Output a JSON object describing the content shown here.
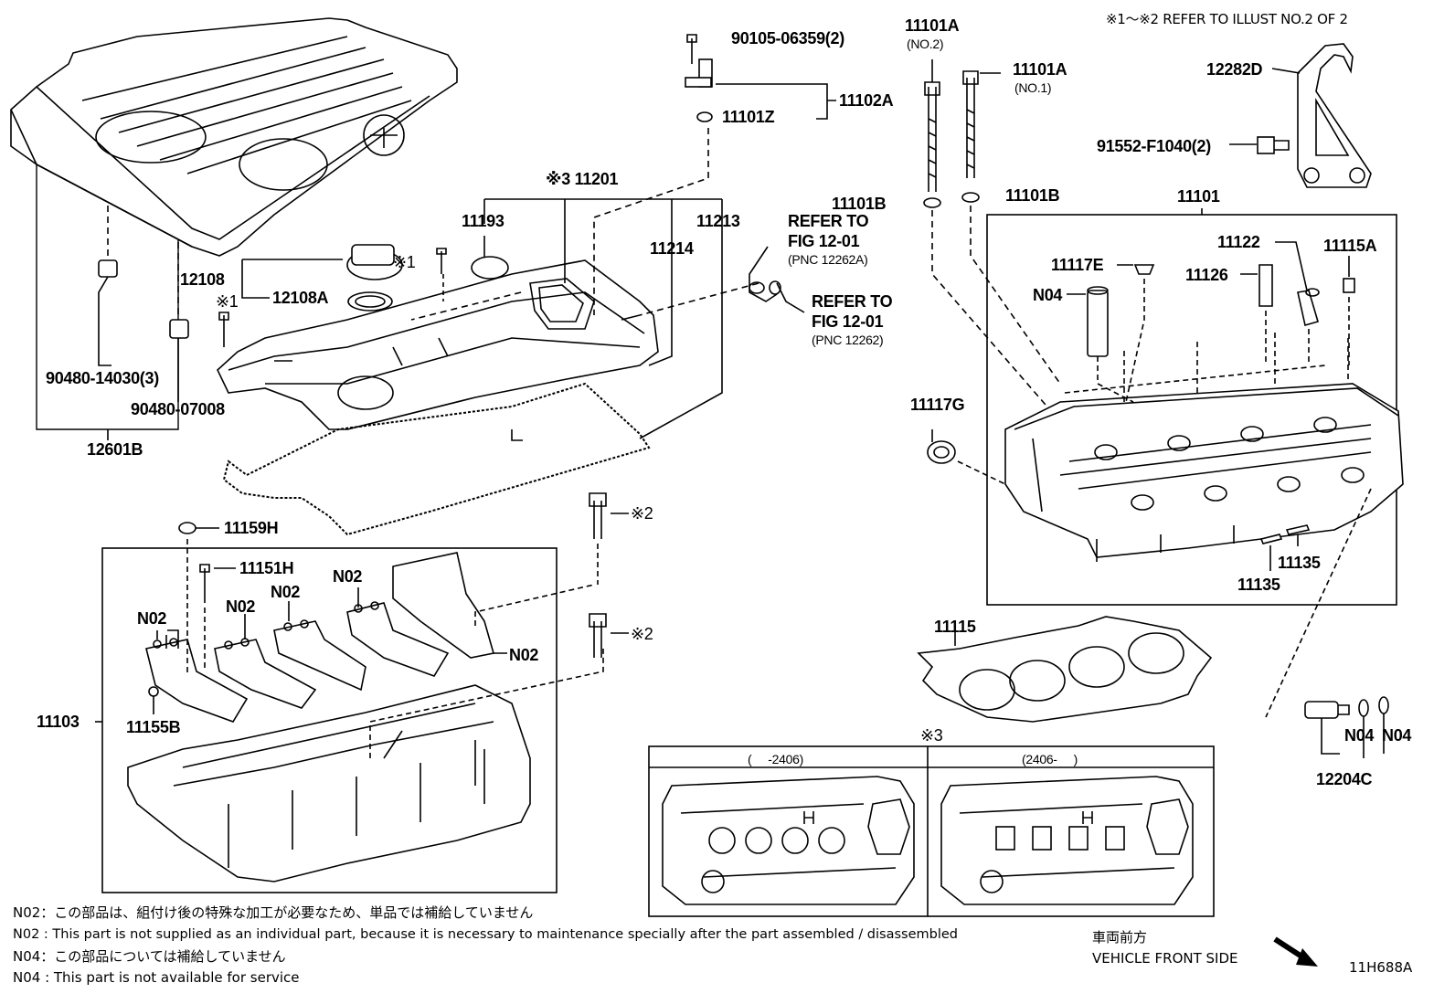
{
  "header_note": "※1～※2  REFER TO ILLUST NO.2 OF 2",
  "callouts": {
    "c12601B": "12601B",
    "c90480_14030": "90480-14030(3)",
    "c90480_07008": "90480-07008",
    "c12108": "12108",
    "c12108A": "12108A",
    "c11193": "11193",
    "c11201": "※3 11201",
    "c11214": "11214",
    "c11213": "11213",
    "c90105": "90105-06359(2)",
    "c11102A": "11102A",
    "c11101Z": "11101Z",
    "c11101A_no2": "11101A",
    "c11101A_no2_sub": "(NO.2)",
    "c11101A_no1": "11101A",
    "c11101A_no1_sub": "(NO.1)",
    "c11101B_left": "11101B",
    "c11101B_right": "11101B",
    "c12282D": "12282D",
    "c91552": "91552-F1040(2)",
    "c11101": "11101",
    "c11117E": "11117E",
    "cN04_left": "N04",
    "c11122": "11122",
    "c11126": "11126",
    "c11115A": "11115A",
    "c11117G": "11117G",
    "c11135_a": "11135",
    "c11135_b": "11135",
    "c11115": "11115",
    "cN04_a": "N04",
    "cN04_b": "N04",
    "c12204C": "12204C",
    "c11159H": "11159H",
    "c11151H": "11151H",
    "cN02_1": "N02",
    "cN02_2": "N02",
    "cN02_3": "N02",
    "cN02_4": "N02",
    "cN02_5": "N02",
    "c11103": "11103",
    "c11155B": "11155B",
    "mark1_a": "※1",
    "mark1_b": "※1",
    "mark2_a": "※2",
    "mark2_b": "※2",
    "mark3": "※3"
  },
  "refer1": {
    "line1": "REFER TO",
    "line2": "FIG 12-01",
    "line3": "(PNC 12262A)"
  },
  "refer2": {
    "line1": "REFER TO",
    "line2": "FIG 12-01",
    "line3": "(PNC 12262)"
  },
  "variants": {
    "left": "(     -2406)",
    "right": "(2406-     )"
  },
  "notes": [
    "N02：この部品は、組付け後の特殊な加工が必要なため、単品では補給していません",
    "N02 : This part is not supplied as an individual part, because it is necessary to maintenance specially after the part assembled / disassembled",
    "N04：この部品については補給していません",
    "N04 : This part is not available for service"
  ],
  "front_side": {
    "jp": "車両前方",
    "en": "VEHICLE FRONT SIDE"
  },
  "illust_id": "11H688A"
}
